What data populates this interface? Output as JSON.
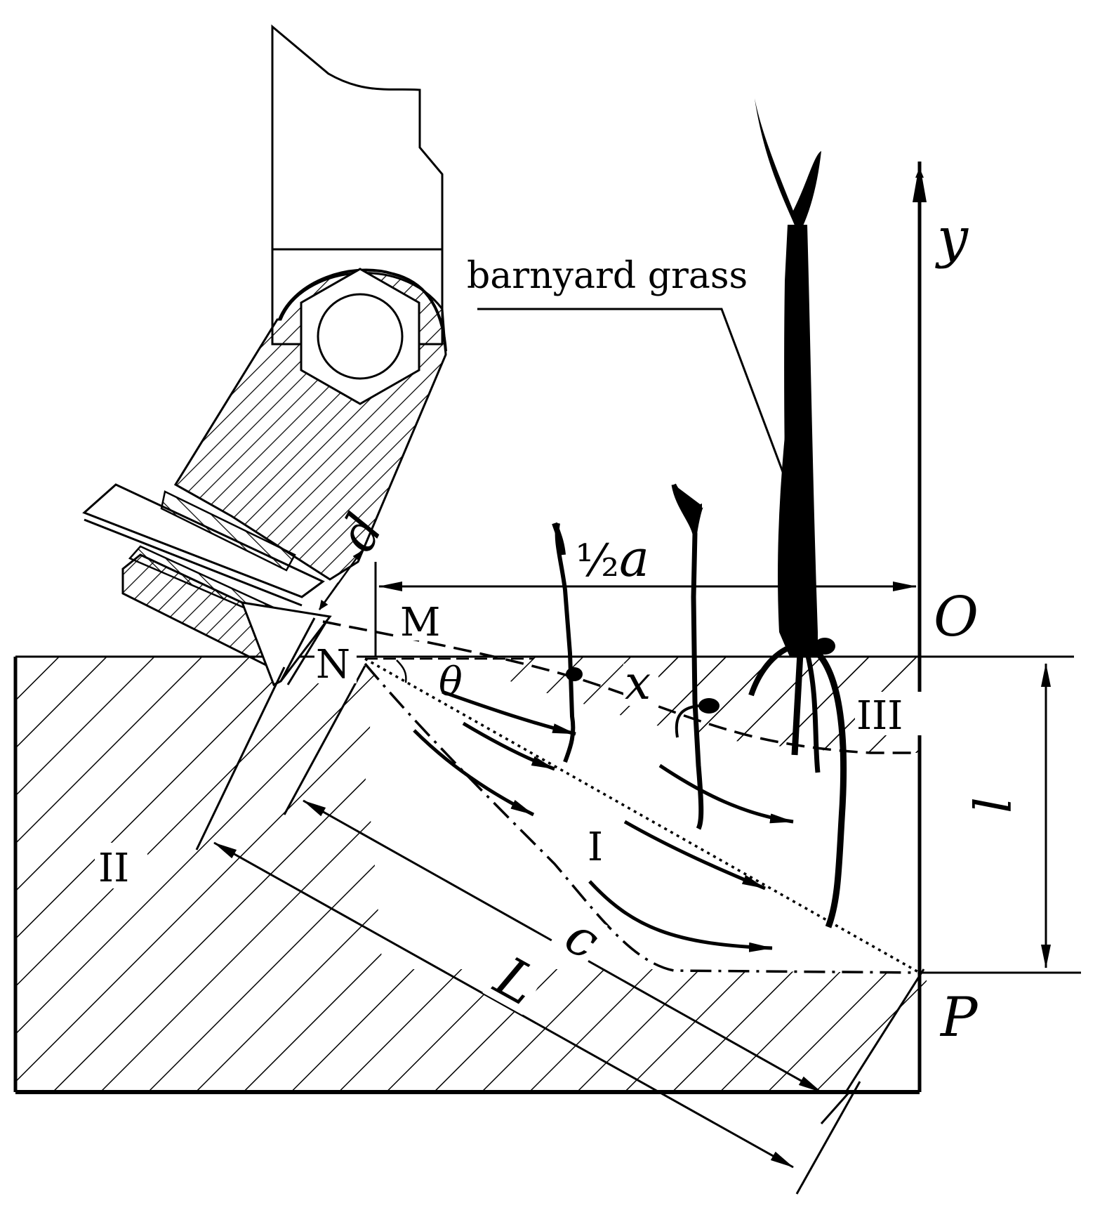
{
  "labels": {
    "barnyard_grass": "barnyard grass",
    "axis_y": "y",
    "origin": "O",
    "point_p": "P",
    "point_m": "M",
    "point_n": "N",
    "angle_theta": "θ",
    "dim_x": "x",
    "dim_half_a_num": "½",
    "dim_half_a_var": "a",
    "dim_d": "d",
    "dim_l": "l",
    "dim_c": "c",
    "dim_L": "L",
    "region_1": "I",
    "region_2": "II",
    "region_3": "III"
  },
  "colors": {
    "ink": "#000000",
    "paper": "#ffffff"
  }
}
